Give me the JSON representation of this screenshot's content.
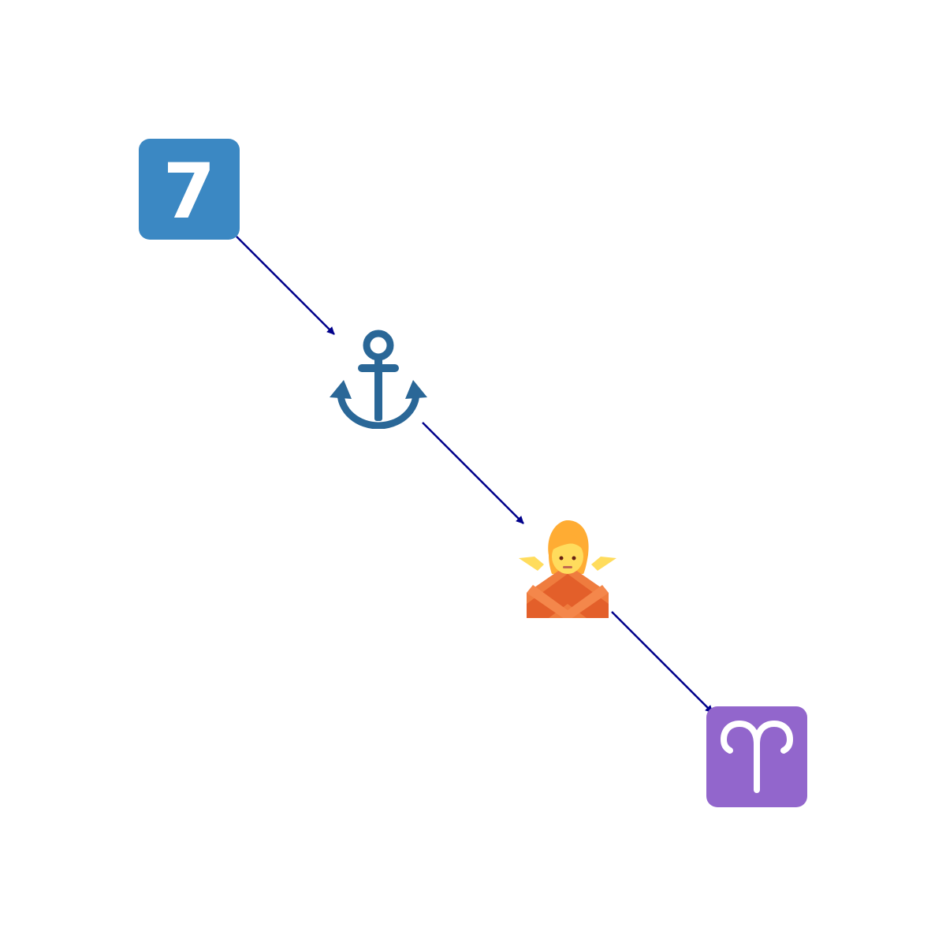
{
  "diagram": {
    "nodes": [
      {
        "id": "keycap",
        "icon": "keycap-seven-icon",
        "label": "7",
        "color": "#3b88c3"
      },
      {
        "id": "anchor",
        "icon": "anchor-icon",
        "color": "#2a6797"
      },
      {
        "id": "person",
        "icon": "person-gesturing-no-icon",
        "color": "#ef9645"
      },
      {
        "id": "aries",
        "icon": "aries-icon",
        "label": "♈",
        "color": "#9266cc"
      }
    ],
    "edges": [
      {
        "from": "keycap",
        "to": "anchor"
      },
      {
        "from": "anchor",
        "to": "person"
      },
      {
        "from": "person",
        "to": "aries"
      }
    ],
    "edge_color": "#00008b"
  }
}
